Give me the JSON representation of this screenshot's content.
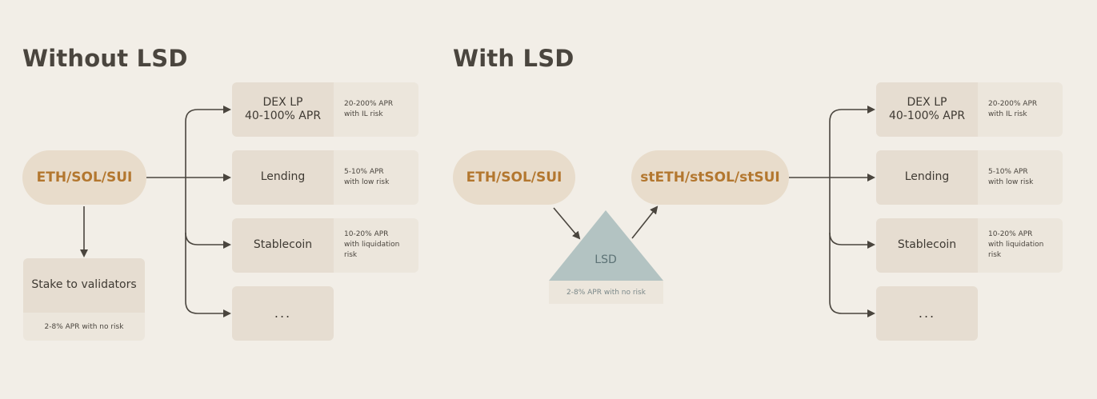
{
  "left": {
    "title": "Without LSD",
    "source": "ETH/SOL/SUI",
    "stake": {
      "label": "Stake to validators",
      "note": "2-8% APR with no risk"
    },
    "targets": [
      {
        "label": "DEX LP\n40-100% APR",
        "note": "20-200% APR\nwith IL risk"
      },
      {
        "label": "Lending",
        "note": "5-10% APR\nwith low risk"
      },
      {
        "label": "Stablecoin",
        "note": "10-20% APR\nwith liquidation\nrisk"
      },
      {
        "label": "...",
        "note": ""
      }
    ]
  },
  "right": {
    "title": "With LSD",
    "source": "ETH/SOL/SUI",
    "lsd": {
      "label": "LSD",
      "note": "2-8% APR with no risk"
    },
    "derivative": "stETH/stSOL/stSUI",
    "targets": [
      {
        "label": "DEX LP\n40-100% APR",
        "note": "20-200% APR\nwith IL risk"
      },
      {
        "label": "Lending",
        "note": "5-10% APR\nwith low risk"
      },
      {
        "label": "Stablecoin",
        "note": "10-20% APR\nwith liquidation\nrisk"
      },
      {
        "label": "...",
        "note": ""
      }
    ]
  },
  "colors": {
    "background": "#f2eee7",
    "pill_fill": "#e8dccb",
    "pill_text": "#b3772f",
    "box_fill": "#e6ddd1",
    "note_fill": "#ece6dc",
    "triangle_fill": "#b3c3c2",
    "lsd_text": "#5d7376",
    "arrow": "#4a453e"
  }
}
